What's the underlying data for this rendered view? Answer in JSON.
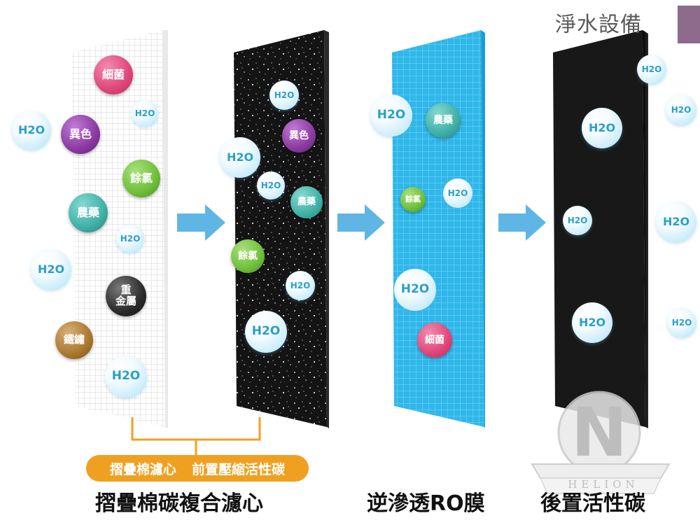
{
  "header": {
    "title": "淨水設備",
    "accent_color": "#8e6a8d"
  },
  "stages": [
    {
      "name": "摺疊棉碳複合濾心",
      "sub_labels": [
        "摺疊棉濾心",
        "前置壓縮活性碳"
      ],
      "filters": [
        "pleated-cotton",
        "carbon-block"
      ]
    },
    {
      "name": "逆滲透RO膜",
      "filters": [
        "ro-membrane"
      ]
    },
    {
      "name": "後置活性碳",
      "filters": [
        "post-carbon"
      ]
    }
  ],
  "particles": {
    "water": "H2O",
    "bacteria": "細菌",
    "color": "異色",
    "chlorine": "餘氯",
    "pesticide": "農藥",
    "heavy_metal": "重\n金屬",
    "rust": "鐵鏽"
  },
  "colors": {
    "bacteria": "#e0457a",
    "color": "#8b3aa0",
    "chlorine": "#6fbf3a",
    "pesticide": "#3fb0a6",
    "heavy_metal": "#2b2b2b",
    "rust": "#a9772e",
    "arrow": "#5fb6e4",
    "bracket": "#f0a021",
    "ro": "#2fb7ea",
    "carbon": "#141414"
  },
  "watermark": {
    "letter": "N",
    "text": "HELION"
  }
}
